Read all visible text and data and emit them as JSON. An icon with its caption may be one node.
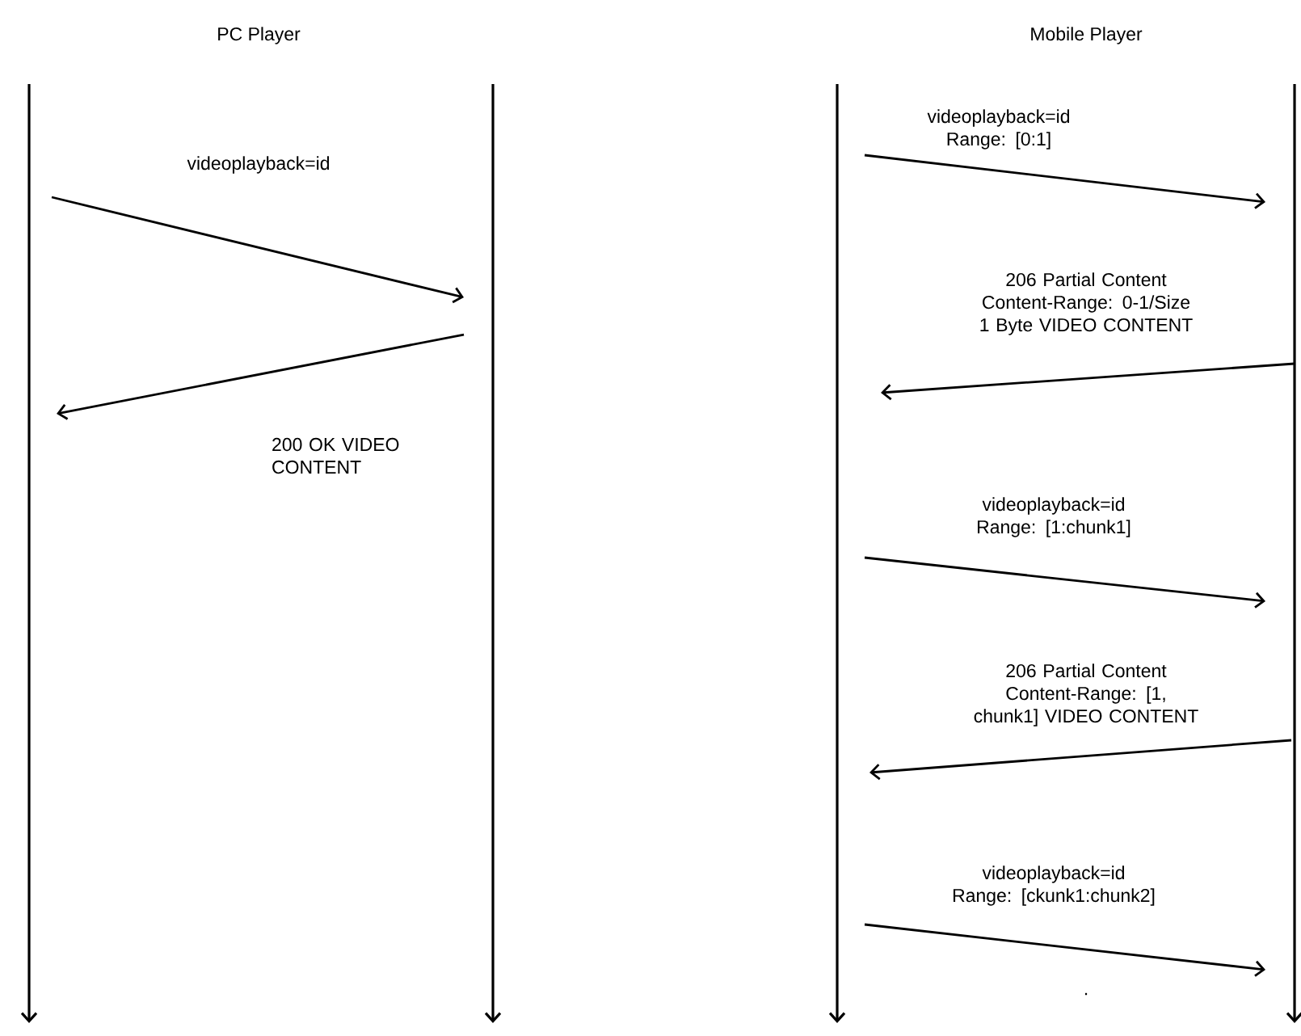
{
  "diagram": {
    "nodes": [
      {
        "text": [],
        "shape": "bar"
      },
      {
        "text": [],
        "shape": "bar"
      },
      {
        "text": [],
        "shape": "bar"
      },
      {
        "text": [],
        "shape": "bar"
      }
    ],
    "edges": [
      {
        "from": 0,
        "to": 1,
        "arrow": "to",
        "label": "videoplayback=id"
      },
      {
        "from": 1,
        "to": 0,
        "arrow": "to",
        "label": "200 OK VIDEO CONTENT"
      },
      {
        "from": 2,
        "to": 3,
        "arrow": "to",
        "label": "videoplayback=id Range: [0:1]"
      },
      {
        "from": 3,
        "to": 2,
        "arrow": "to",
        "label": "206 Partial Content Content-Range: 0-1/Size 1 Byte VIDEO CONTENT"
      },
      {
        "from": 2,
        "to": 3,
        "arrow": "to",
        "label": "videoplayback=id Range: [1:chunk1]"
      },
      {
        "from": 3,
        "to": 2,
        "arrow": "to",
        "label": "206 Partial Content Content-Range: [1, chunk1] VIDEO CONTENT"
      },
      {
        "from": 2,
        "to": 3,
        "arrow": "to",
        "label": "videoplayback=id Range: [ckunk1:chunk2]"
      }
    ],
    "labels": [
      "PC Player",
      "Mobile Player",
      "."
    ]
  }
}
